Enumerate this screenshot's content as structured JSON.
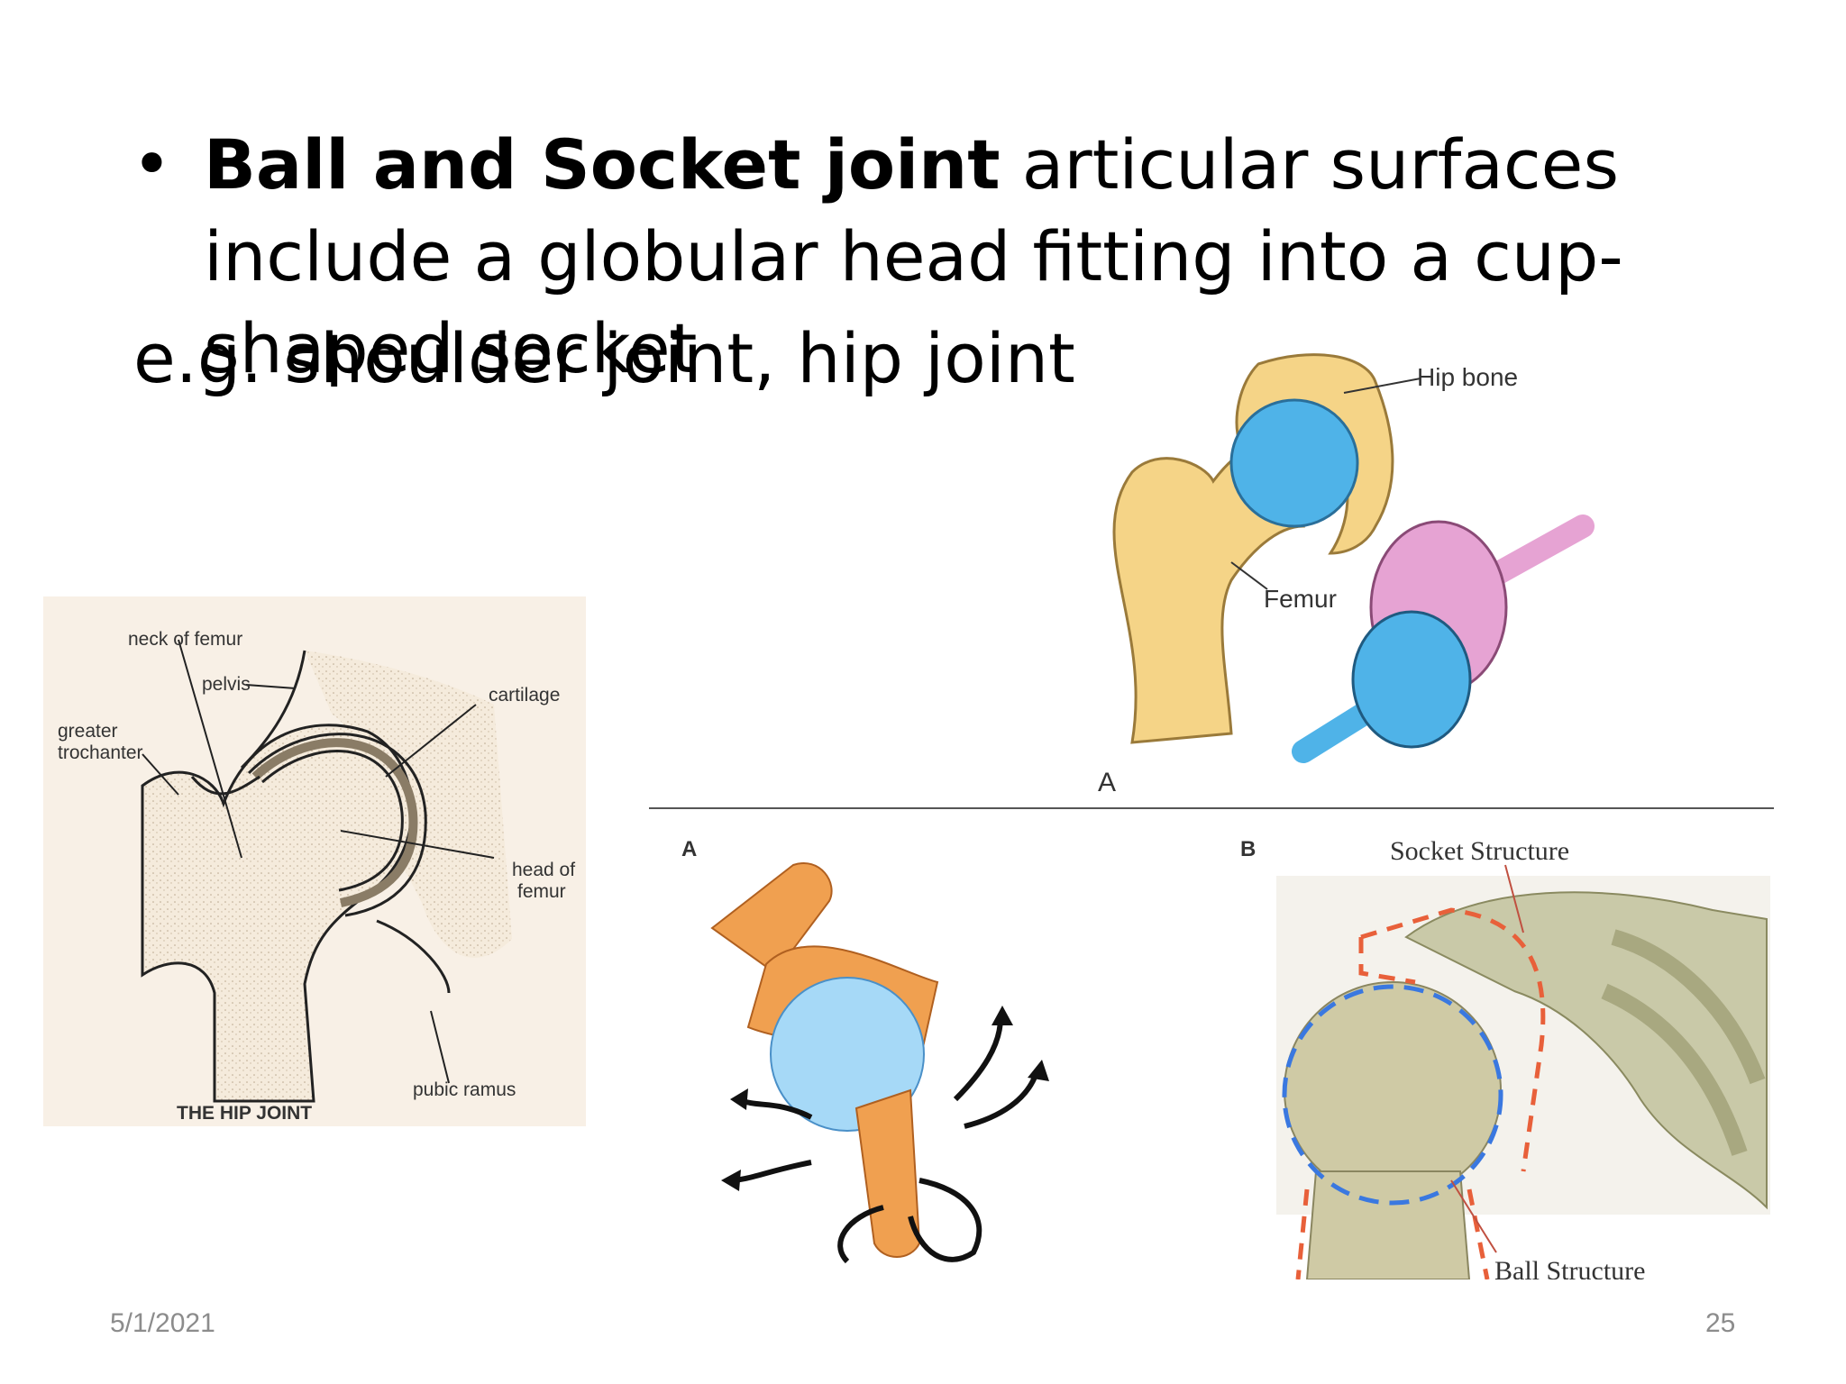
{
  "slide": {
    "bullet_bold": "Ball and Socket joint",
    "bullet_rest": " articular surfaces include a globular head fitting into a cup-shaped socket",
    "example": "e.g. shoulder joint, hip joint"
  },
  "footer": {
    "date": "5/1/2021",
    "page_number": "25"
  },
  "hip_diagram": {
    "labels": {
      "neck_of_femur": "neck of femur",
      "pelvis": "pelvis",
      "cartilage": "cartilage",
      "greater": "greater",
      "trochanter": "trochanter",
      "head_of": "head of",
      "femur": "femur",
      "pubic_ramus": "pubic ramus"
    },
    "caption": "THE HIP JOINT"
  },
  "femur_figure": {
    "labels": {
      "hip_bone": "Hip bone",
      "femur": "Femur",
      "panel": "A"
    }
  },
  "bottom_figure": {
    "panel_a": "A",
    "panel_b": "B",
    "socket_structure": "Socket Structure",
    "ball_structure": "Ball Structure"
  },
  "colors": {
    "bone_yellow": "#f5d487",
    "cartilage_blue": "#4fb3e8",
    "socket_pink": "#e6a3d3",
    "ball_orange": "#f0a050",
    "dash_red": "#e8603a",
    "dash_blue": "#3a78e0"
  }
}
